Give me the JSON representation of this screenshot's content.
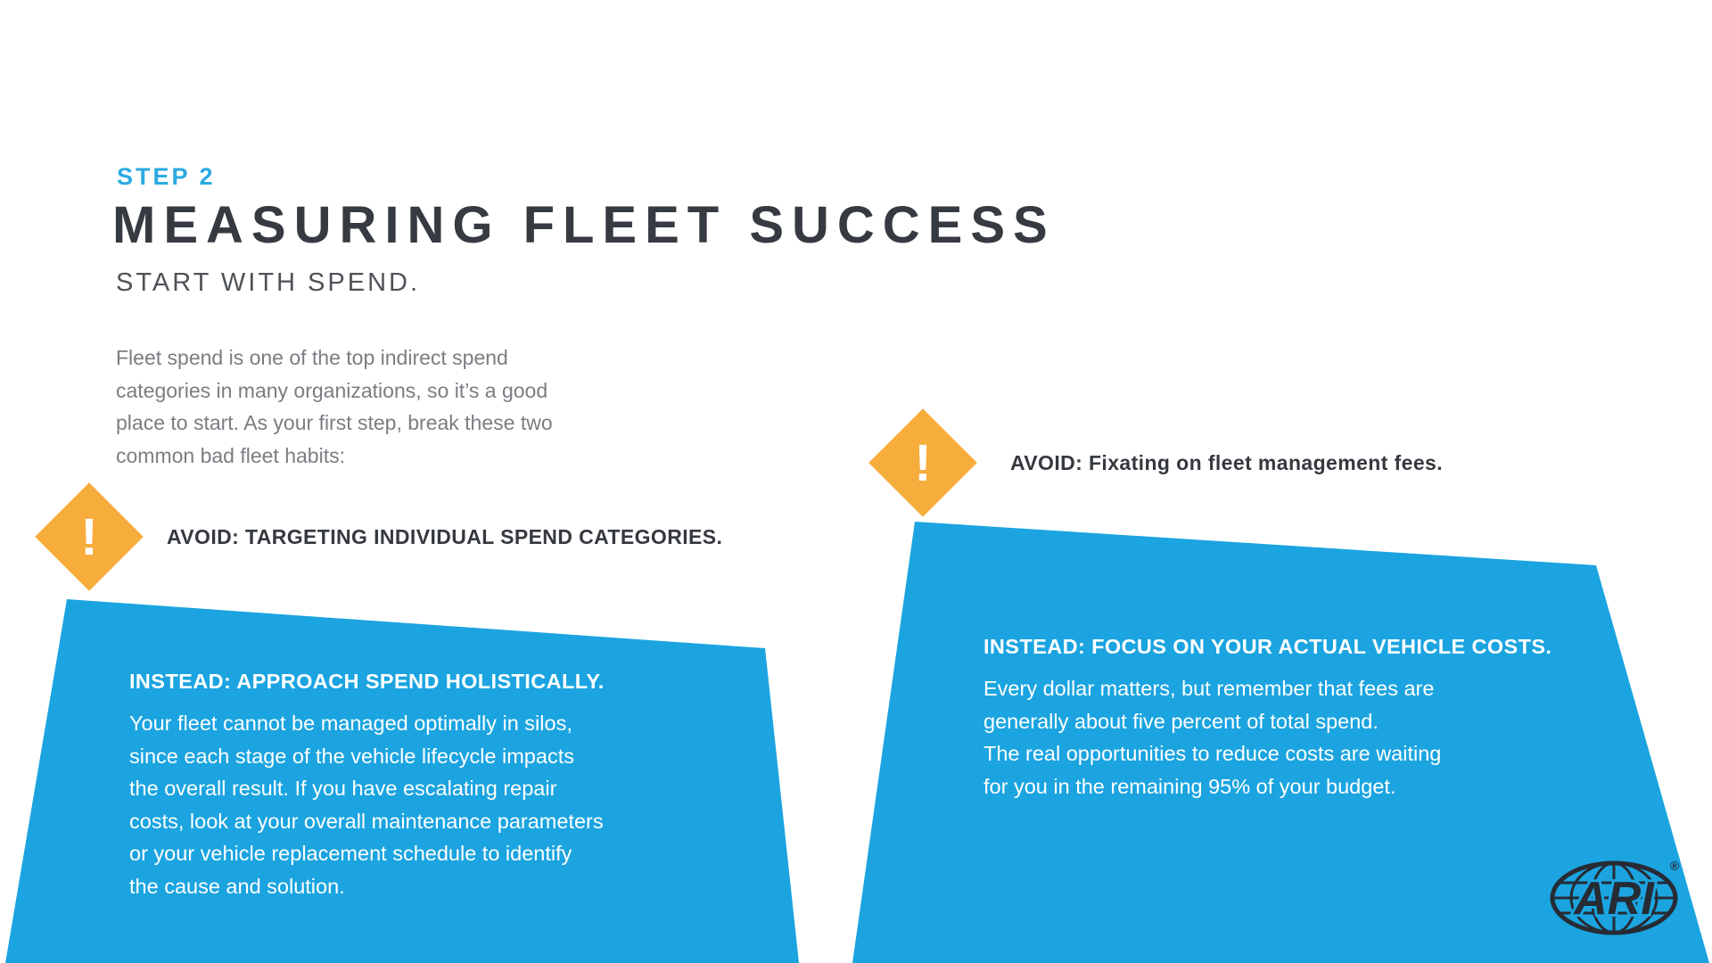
{
  "page": {
    "step_label": "STEP 2",
    "title": "MEASURING FLEET SUCCESS",
    "subtitle": "START WITH SPEND.",
    "intro_lines": [
      "Fleet spend is one of the top indirect spend",
      "categories in many organizations, so it’s a good",
      "place to start. As your first step, break these two",
      "common bad fleet habits:"
    ]
  },
  "left_section": {
    "warning_glyph": "!",
    "avoid_label": "AVOID: TARGETING INDIVIDUAL SPEND CATEGORIES.",
    "instead_heading": "INSTEAD: APPROACH SPEND HOLISTICALLY.",
    "body_lines": [
      "Your fleet cannot be managed optimally in silos,",
      "since each stage of the vehicle lifecycle impacts",
      "the overall result. If you have escalating repair",
      "costs, look at your overall maintenance parameters",
      "or your vehicle replacement schedule to identify",
      "the cause and solution."
    ]
  },
  "right_section": {
    "warning_glyph": "!",
    "avoid_label": "AVOID: Fixating on fleet management fees.",
    "instead_heading": "INSTEAD: FOCUS ON YOUR ACTUAL VEHICLE COSTS.",
    "body_lines": [
      "Every dollar matters, but remember that fees are",
      "generally about five percent of total spend.",
      "The real opportunities to reduce costs are waiting",
      "for you in the remaining 95% of your budget."
    ]
  },
  "logo": {
    "text": "ARI",
    "registered_mark": "®"
  },
  "colors": {
    "accent_blue": "#2BAAE2",
    "panel_blue": "#1BA4E0",
    "warning_yellow": "#F6AD3B",
    "heading_dark": "#363A41",
    "body_gray": "#7A7D82",
    "logo_dark": "#262B34"
  }
}
